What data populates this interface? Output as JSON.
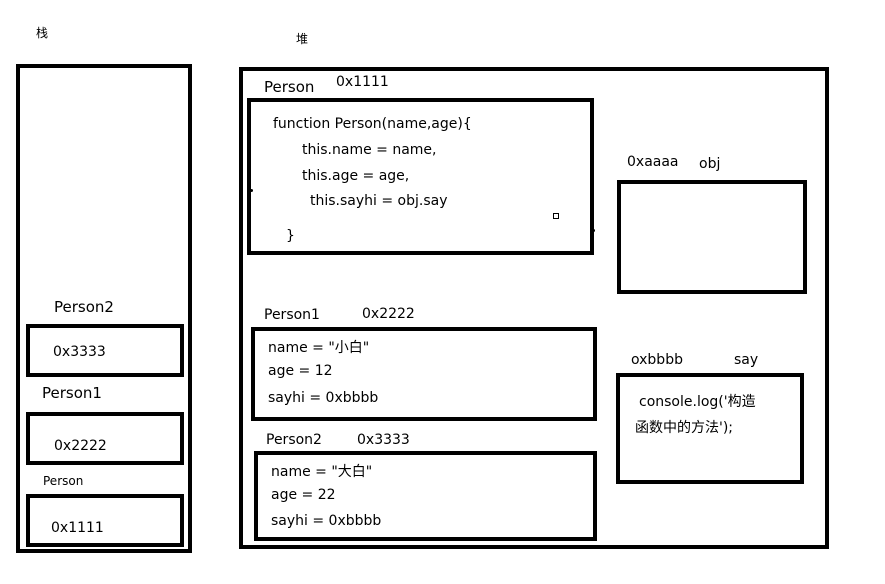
{
  "stack": {
    "title": "栈",
    "frames": [
      {
        "label": "Person2",
        "address": "0x3333"
      },
      {
        "label": "Person1",
        "address": "0x2222"
      },
      {
        "label": "Person",
        "address": "0x1111"
      }
    ]
  },
  "heap": {
    "title": "堆",
    "person_function": {
      "label": "Person",
      "address": "0x1111",
      "lines": [
        "function Person(name,age){",
        "this.name = name,",
        "this.age = age,",
        "this.sayhi = obj.say",
        "}"
      ]
    },
    "obj": {
      "address": "0xaaaa",
      "label": "obj"
    },
    "person1": {
      "label": "Person1",
      "address": "0x2222",
      "lines": [
        "name = \"小白\"",
        "age = 12",
        "sayhi = 0xbbbb"
      ]
    },
    "person2": {
      "label": "Person2",
      "address": "0x3333",
      "lines": [
        "name = \"大白\"",
        "age = 22",
        "sayhi = 0xbbbb"
      ]
    },
    "say": {
      "address": "oxbbbb",
      "label": "say",
      "lines": [
        "console.log('构造",
        "函数中的方法');"
      ]
    }
  }
}
